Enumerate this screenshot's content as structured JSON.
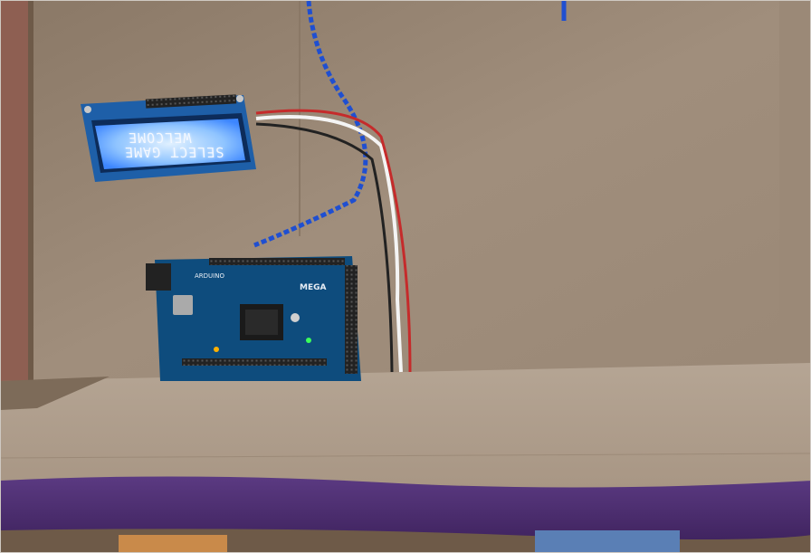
{
  "scene": {
    "lcd": {
      "line1": "WELCOME",
      "line2": "SELECT GAME",
      "backlight_color": "#3d86ff"
    },
    "board": {
      "logo": "MEGA",
      "brand": "ARDUINO"
    },
    "colors": {
      "cardboard": "#9c8a78",
      "breadboard": "#ece8e2",
      "board_blue": "#0e4c7d",
      "driver_red": "#c8404a",
      "felt_purple": "#4a2a6e"
    },
    "icons": [
      "lcd-display",
      "arduino-mega-board",
      "breadboard",
      "stepper-driver",
      "usb-cable",
      "jumper-wires",
      "bluetooth-module"
    ]
  }
}
